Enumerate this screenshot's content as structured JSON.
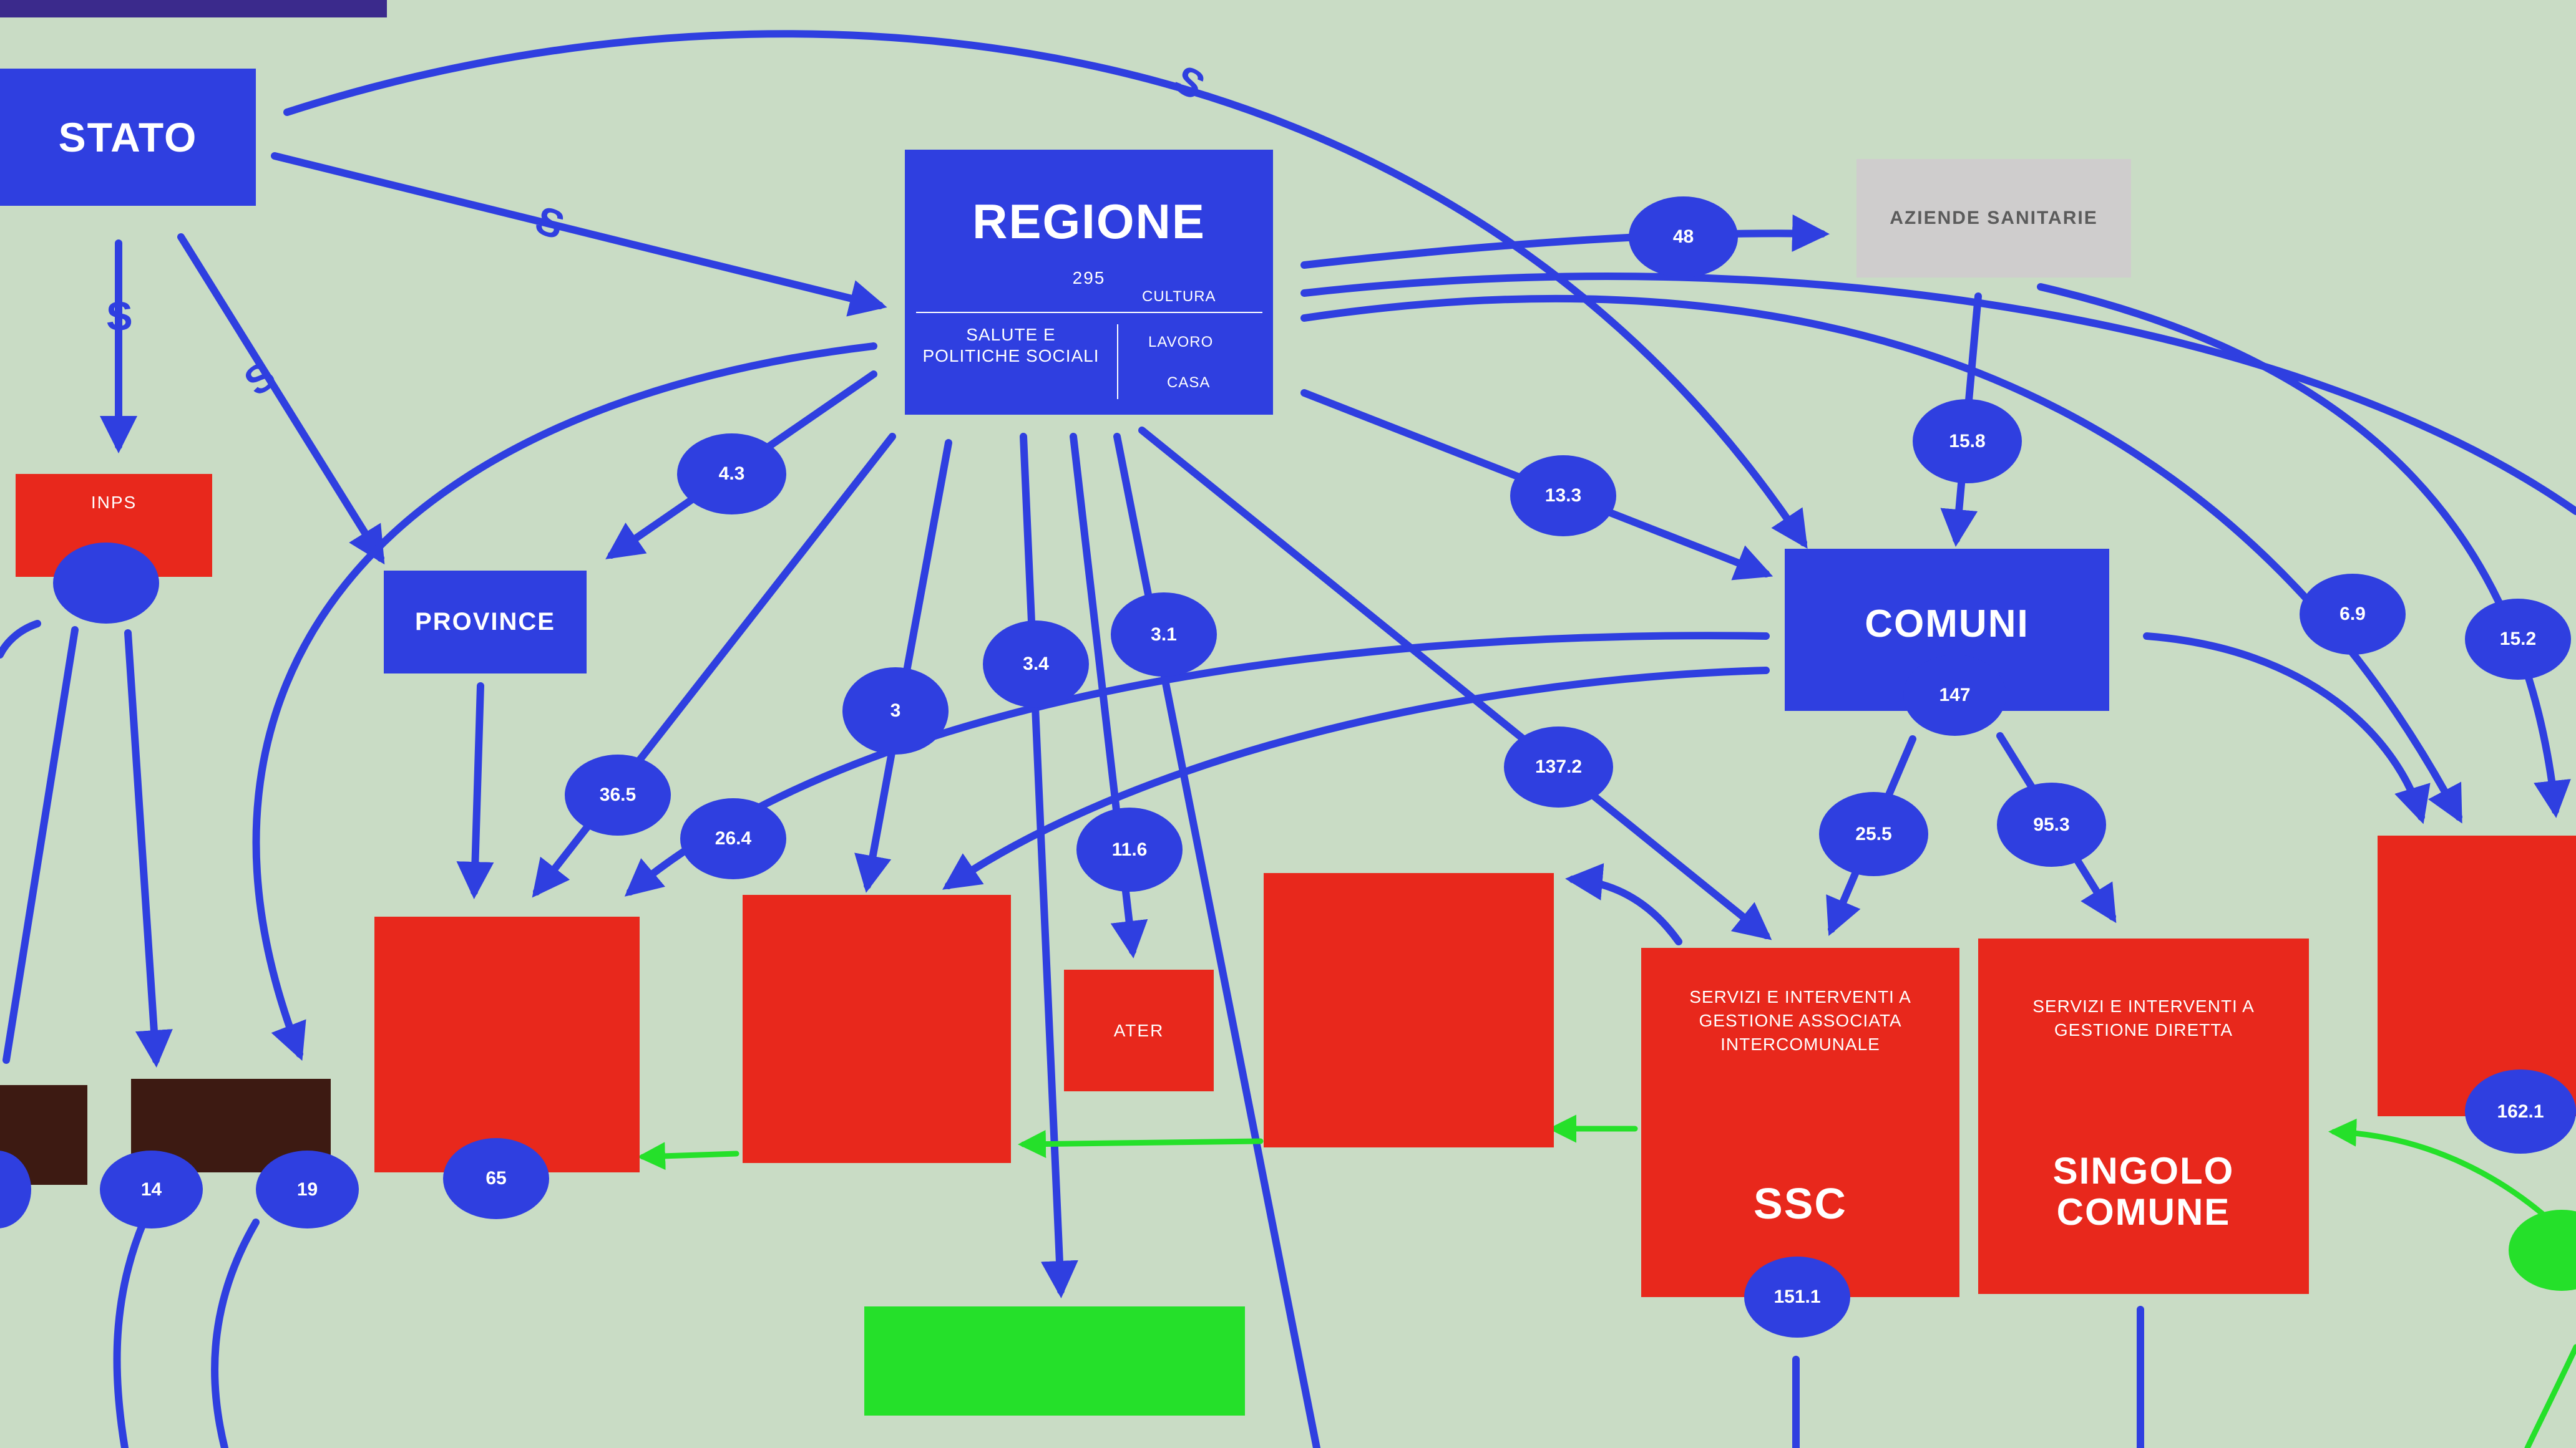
{
  "colors": {
    "background": "#c9dcc5",
    "blue": "#2f3fe0",
    "red": "#e8281c",
    "green": "#25e02a",
    "brown": "#3d1a12",
    "grey": "#cfcdcd"
  },
  "nodes": {
    "stato": "STATO",
    "regione": "REGIONE",
    "regione_value": "295",
    "regione_sub_left": "SALUTE E POLITICHE SOCIALI",
    "regione_sub_1": "CULTURA",
    "regione_sub_2": "LAVORO",
    "regione_sub_3": "CASA",
    "aziende": "AZIENDE SANITARIE",
    "province": "PROVINCE",
    "comuni": "COMUNI",
    "comuni_value": "147",
    "inps": "INPS",
    "ssc": "SSC",
    "ssc_desc": "SERVIZI E INTERVENTI A GESTIONE ASSOCIATA INTERCOMUNALE",
    "singolo_comune": "SINGOLO COMUNE",
    "singolo_desc": "SERVIZI E INTERVENTI A GESTIONE DIRETTA",
    "ater": "ATER"
  },
  "edge_labels": {
    "s": "S"
  },
  "values": {
    "v48": "48",
    "v43": "4.3",
    "v158": "15.8",
    "v133": "13.3",
    "v3": "3",
    "v34": "3.4",
    "v31": "3.1",
    "v69": "6.9",
    "v152": "15.2",
    "v365": "36.5",
    "v264": "26.4",
    "v116": "11.6",
    "v1372": "137.2",
    "v255": "25.5",
    "v953": "95.3",
    "v65": "65",
    "v1621": "162.1",
    "v1511": "151.1",
    "v14": "14",
    "v19": "19"
  }
}
